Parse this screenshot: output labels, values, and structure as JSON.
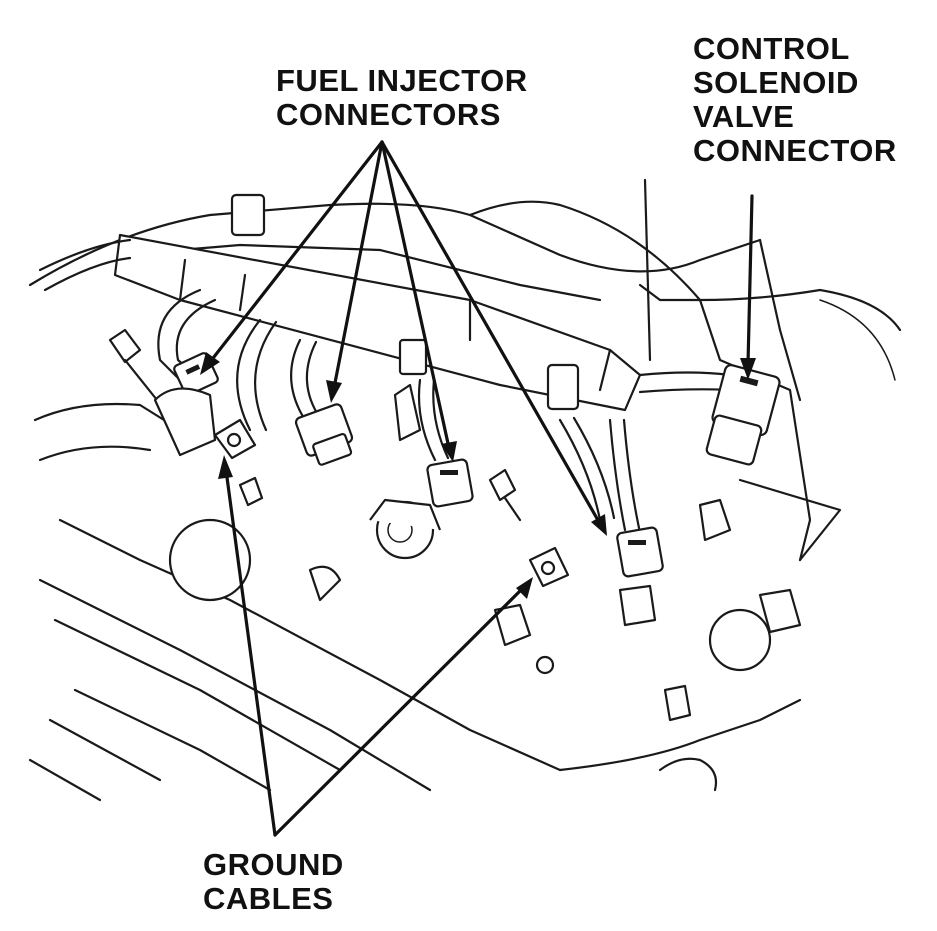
{
  "labels": {
    "fuel_injector_connectors": [
      "FUEL INJECTOR",
      "CONNECTORS"
    ],
    "control_solenoid_valve_connector": [
      "CONTROL",
      "SOLENOID",
      "VALVE",
      "CONNECTOR"
    ],
    "ground_cables": [
      "GROUND",
      "CABLES"
    ]
  },
  "colors": {
    "line": "#1a1a1a",
    "background": "#ffffff"
  }
}
